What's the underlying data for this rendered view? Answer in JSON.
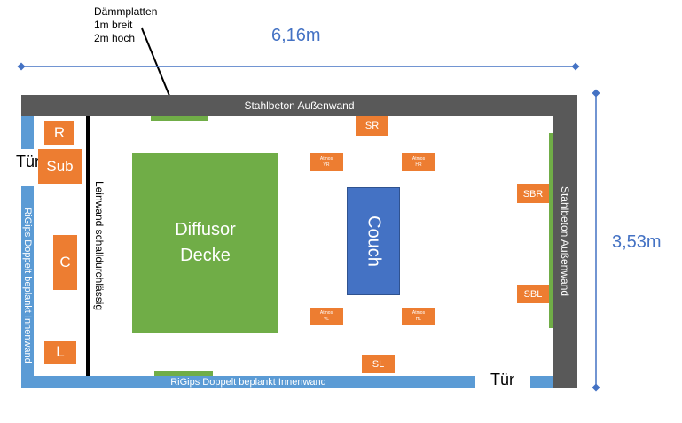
{
  "dimensions": {
    "width": "6,16m",
    "height": "3,53m"
  },
  "note": {
    "line1": "Dämmplatten",
    "line2": "1m breit",
    "line3": "2m hoch"
  },
  "walls": {
    "top": "Stahlbeton Außenwand",
    "right": "Stahlbeton Außenwand",
    "bottom": "RiGips Doppelt beplankt Innenwand",
    "left": "RiGips Doppelt beplankt Innenwand"
  },
  "doors": {
    "left": "Tür",
    "bottom": "Tür"
  },
  "screen": "Leinwand schalldurchlässig",
  "diffusor": {
    "line1": "Diffusor",
    "line2": "Decke"
  },
  "couch": "Couch",
  "speakers": {
    "r": "R",
    "sub": "Sub",
    "c": "C",
    "l": "L",
    "sr": "SR",
    "sl": "SL",
    "sbr": "SBR",
    "sbl": "SBL",
    "atmos_vr": {
      "name": "Atmos",
      "pos": "VR"
    },
    "atmos_hr": {
      "name": "Atmos",
      "pos": "HR"
    },
    "atmos_vl": {
      "name": "Atmos",
      "pos": "VL"
    },
    "atmos_hl": {
      "name": "Atmos",
      "pos": "HL"
    }
  },
  "colors": {
    "concrete": "#595959",
    "drywall": "#5b9bd5",
    "speaker": "#ed7d31",
    "diffusor": "#70ad47",
    "couch": "#4472c4",
    "dimension": "#4472c4"
  }
}
